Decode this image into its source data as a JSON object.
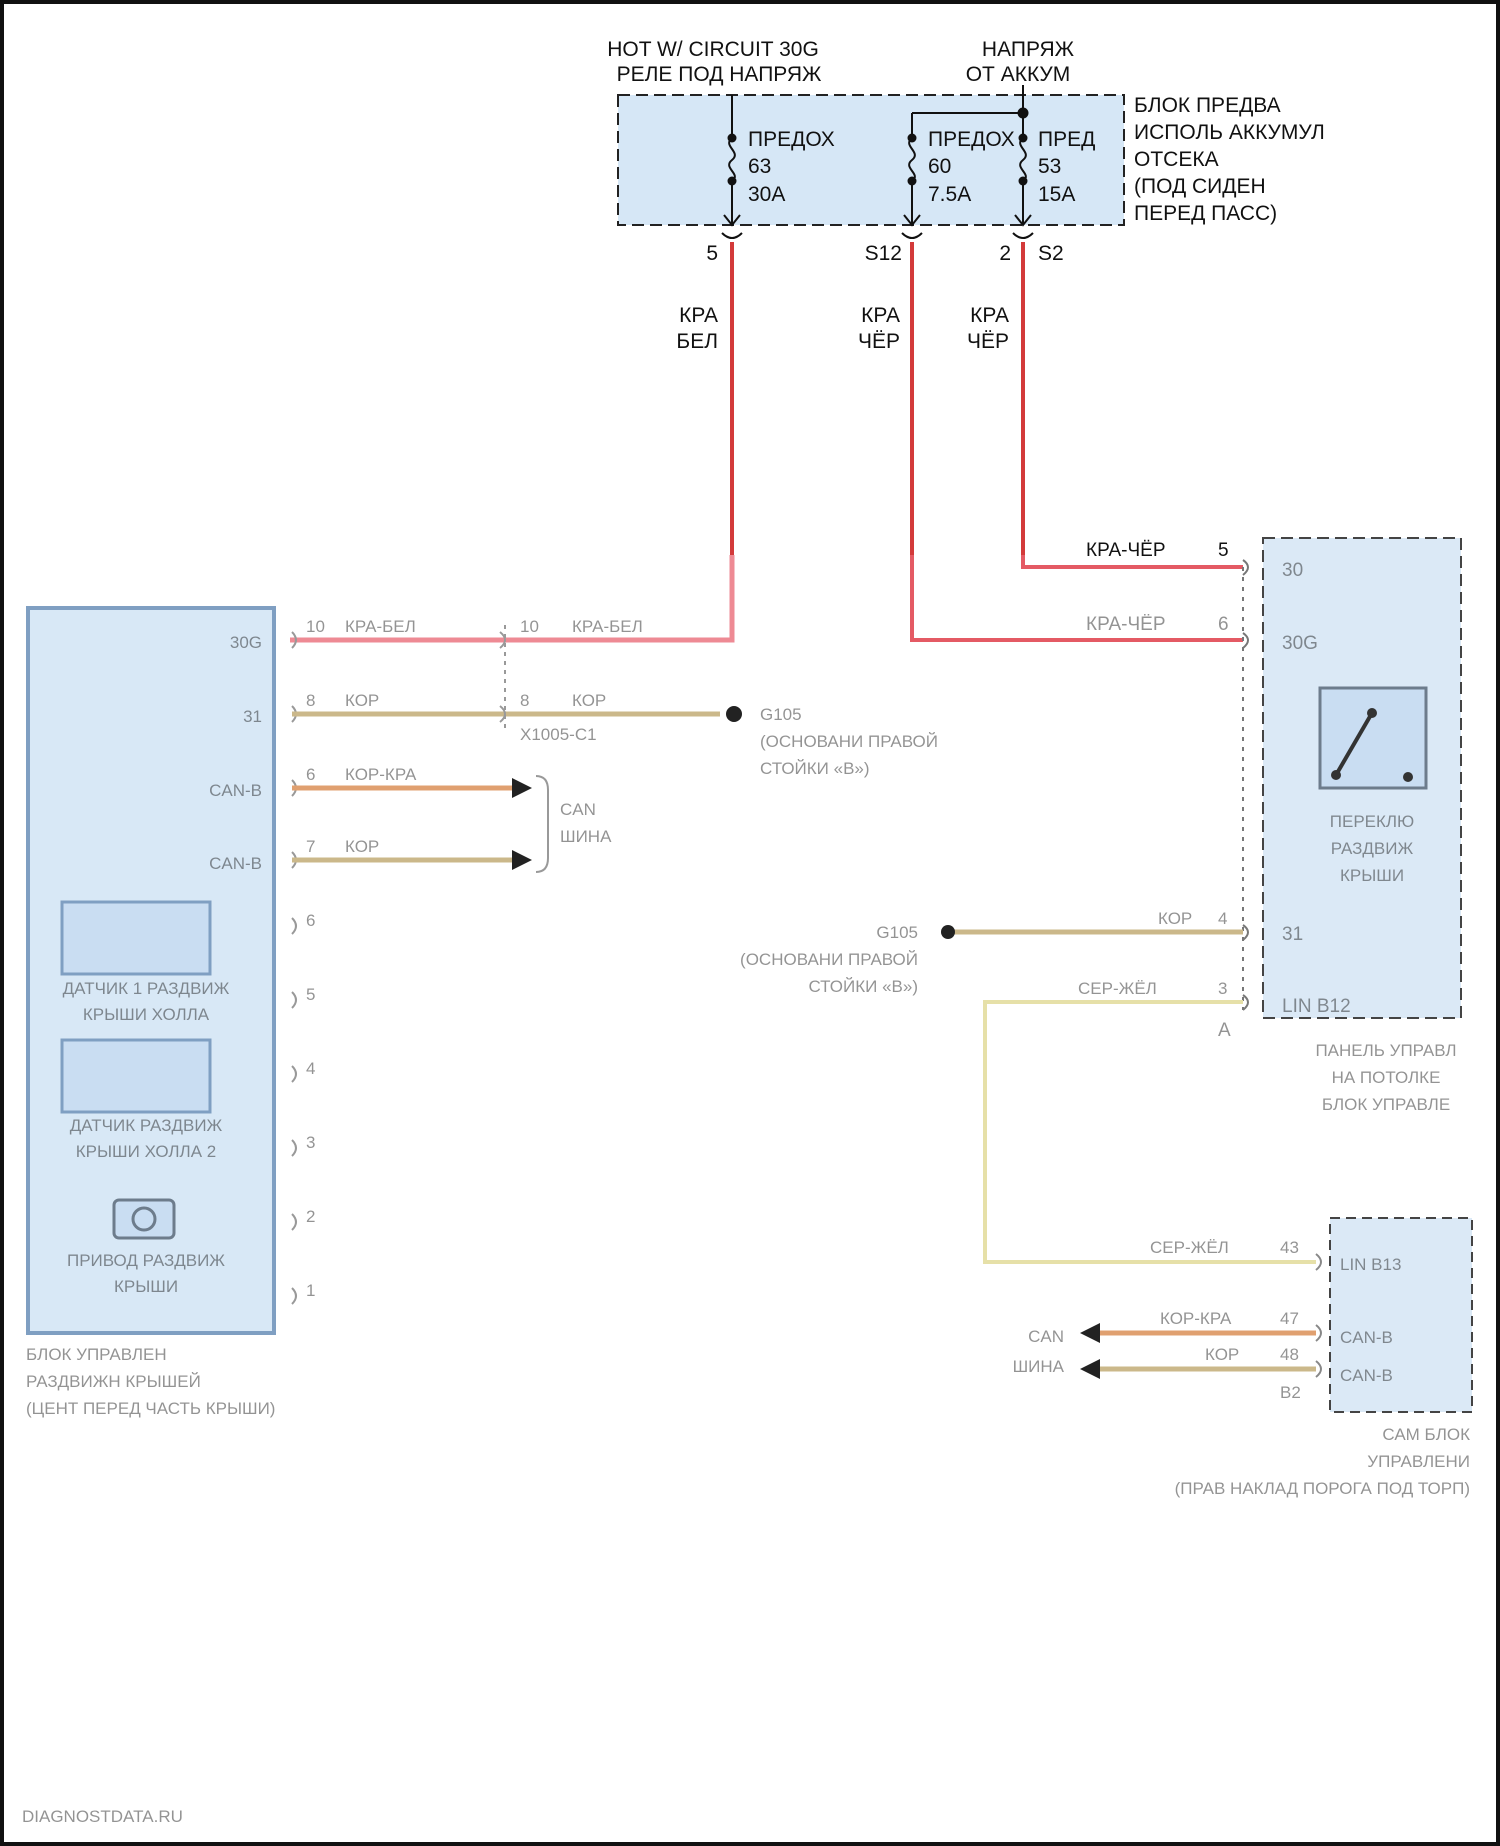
{
  "top": {
    "left_header": [
      "HOT W/ CIRCUIT 30G",
      "РЕЛЕ ПОД НАПРЯЖ"
    ],
    "right_header": [
      "НАПРЯЖ",
      "ОТ АККУМ"
    ],
    "block_label": [
      "БЛОК ПРЕДВА",
      "ИСПОЛЬ АККУМУЛ",
      "ОТСЕКА",
      "(ПОД СИДЕН",
      "ПЕРЕД ПАСС)"
    ],
    "fuses": [
      {
        "name": "ПРЕДОХ",
        "number": "63",
        "rating": "30A",
        "pin": "5",
        "connector": ""
      },
      {
        "name": "ПРЕДОХ",
        "number": "60",
        "rating": "7.5A",
        "pin": "",
        "connector": "S12"
      },
      {
        "name": "ПРЕД",
        "number": "53",
        "rating": "15A",
        "pin": "2",
        "connector": "S2"
      }
    ],
    "wires": [
      {
        "line1": "КРА",
        "line2": "БЕЛ"
      },
      {
        "line1": "КРА",
        "line2": "ЧЁР"
      },
      {
        "line1": "КРА",
        "line2": "ЧЁР"
      }
    ]
  },
  "right_panel": {
    "wire_top": "КРА-ЧЁР",
    "wire_top_pin": "5",
    "wire_second": "КРА-ЧЁР",
    "wire_second_pin": "6",
    "pins": [
      "30",
      "30G",
      "31",
      "LIN B12"
    ],
    "switch_label": [
      "ПЕРЕКЛЮ",
      "РАЗДВИЖ",
      "КРЫШИ"
    ],
    "ground_label": [
      "G105",
      "(ОСНОВАНИ ПРАВОЙ",
      "СТОЙКИ «B»)"
    ],
    "ground_wire": "КОР",
    "ground_pin": "4",
    "lin_wire": "СЕР-ЖЁЛ",
    "lin_pin": "3",
    "connector_letter": "A",
    "label": [
      "ПАНЕЛЬ УПРАВЛ",
      "НА ПОТОЛКЕ",
      "БЛОК УПРАВЛЕ"
    ]
  },
  "left_module": {
    "pins": [
      "30G",
      "31",
      "CAN-B",
      "CAN-B"
    ],
    "pin_numbers": [
      "10",
      "8",
      "6",
      "7",
      "6",
      "5",
      "4",
      "3",
      "2",
      "1"
    ],
    "wires": [
      "КРА-БЕЛ",
      "КОР",
      "КОР-КРА",
      "КОР"
    ],
    "inline_pins": [
      "10",
      "8"
    ],
    "inline_wires": [
      "КРА-БЕЛ",
      "КОР"
    ],
    "inline_connector": "X1005-C1",
    "ground_label": [
      "G105",
      "(ОСНОВАНИ ПРАВОЙ",
      "СТОЙКИ «B»)"
    ],
    "can_label": [
      "CAN",
      "ШИНА"
    ],
    "sensor1": [
      "ДАТЧИК 1 РАЗДВИЖ",
      "КРЫШИ ХОЛЛА"
    ],
    "sensor2": [
      "ДАТЧИК РАЗДВИЖ",
      "КРЫШИ ХОЛЛА 2"
    ],
    "motor": [
      "ПРИВОД РАЗДВИЖ",
      "КРЫШИ"
    ],
    "label": [
      "БЛОК УПРАВЛЕН",
      "РАЗДВИЖН КРЫШЕЙ",
      "(ЦЕНТ ПЕРЕД ЧАСТЬ КРЫШИ)"
    ]
  },
  "sam_module": {
    "pins": [
      "LIN B13",
      "CAN-B",
      "CAN-B"
    ],
    "pin_numbers": [
      "43",
      "47",
      "48"
    ],
    "connector": "B2",
    "wires": [
      "СЕР-ЖЁЛ",
      "КОР-КРА",
      "КОР"
    ],
    "can_label": [
      "CAN",
      "ШИНА"
    ],
    "label": [
      "САМ БЛОК",
      "УПРАВЛЕНИ",
      "(ПРАВ НАКЛАД ПОРОГА ПОД ТОРП)"
    ]
  },
  "footer": {
    "watermark": "DIAGNOSTDATA.RU"
  },
  "colors": {
    "power_wire": "#d33a3a",
    "power_wire_faded": "#f0a0a8",
    "brown_wire": "#cbb88a",
    "brown_red_wire": "#e0a070",
    "lin_wire": "#e6e0a8",
    "module_fill": "#d8e8f6",
    "module_stroke": "#7f9fc2",
    "frame": "#111111"
  }
}
